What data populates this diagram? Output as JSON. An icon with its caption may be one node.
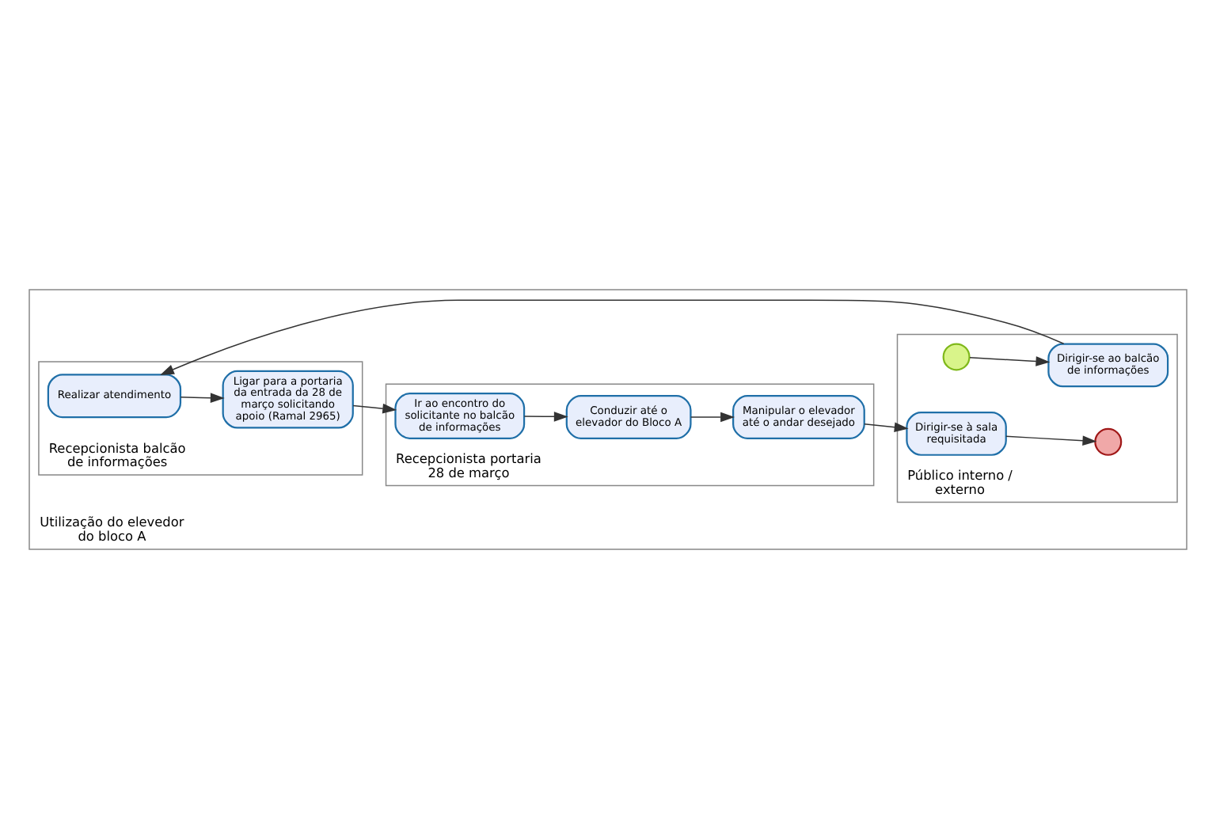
{
  "diagram": {
    "nodes": [
      {
        "text": [
          "Utilização do elevedor do bloco A"
        ]
      },
      {
        "text": [
          "Público interno / externo"
        ],
        "in": 0
      },
      {
        "text": [
          "Recepcionista balcão de informações"
        ],
        "in": 0
      },
      {
        "text": [
          "Recepcionista portaria 28 de março"
        ],
        "in": 0
      },
      {
        "text": [],
        "shape": "circle",
        "in": 1
      },
      {
        "text": [
          "Dirigir-se ao balcão de informações"
        ],
        "in": 1
      },
      {
        "text": [
          "Dirigir-se à sala requisitada"
        ],
        "in": 1
      },
      {
        "text": [],
        "shape": "circle",
        "in": 1
      },
      {
        "text": [
          "Realizar atendimento"
        ],
        "in": 2
      },
      {
        "text": [
          "Ligar para a portaria da entrada da 28 de março solicitando apoio (Ramal 2965)"
        ],
        "in": 2
      },
      {
        "text": [
          "Ir ao encontro do solicitante no balcão de informações"
        ],
        "in": 3
      },
      {
        "text": [
          "Conduzir até o elevador do Bloco A"
        ],
        "in": 3
      },
      {
        "text": [
          "Manipular o elevador até o andar desejado"
        ],
        "in": 3
      }
    ],
    "edges": [
      {
        "from": 4,
        "to": 5,
        "arrow": "to"
      },
      {
        "from": 5,
        "to": 8,
        "arrow": "to"
      },
      {
        "from": 8,
        "to": 9,
        "arrow": "to"
      },
      {
        "from": 9,
        "to": 10,
        "arrow": "to"
      },
      {
        "from": 10,
        "to": 11,
        "arrow": "to"
      },
      {
        "from": 11,
        "to": 12,
        "arrow": "to"
      },
      {
        "from": 12,
        "to": 6,
        "arrow": "to"
      },
      {
        "from": 6,
        "to": 7,
        "arrow": "to"
      }
    ]
  }
}
